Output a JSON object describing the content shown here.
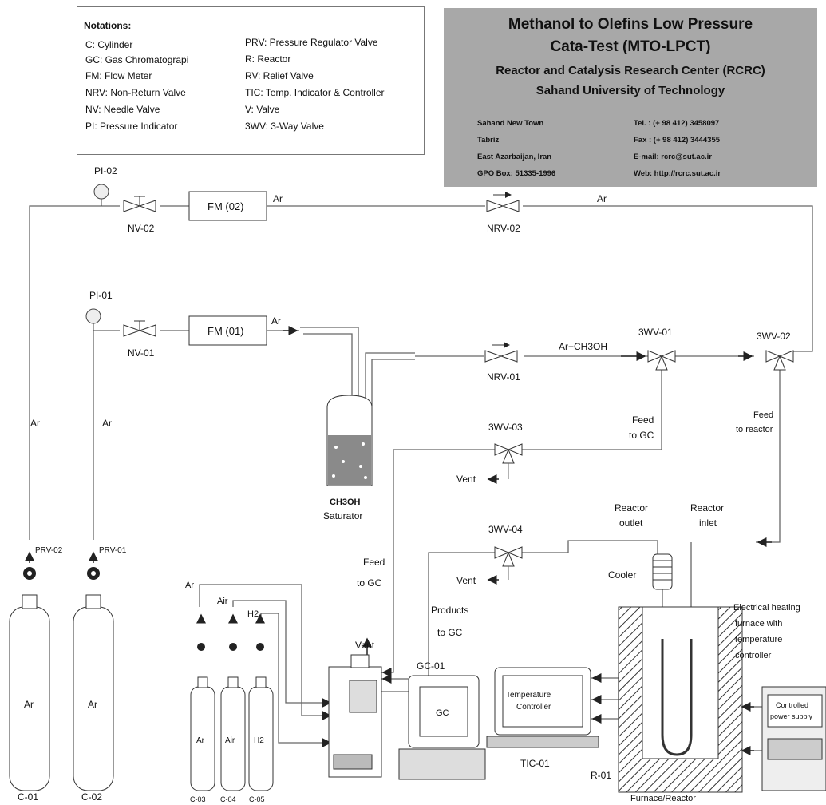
{
  "notations": {
    "title": "Notations:",
    "left": [
      "C:    Cylinder",
      "GC:   Gas Chromatograpi",
      "FM:   Flow Meter",
      "NRV:  Non-Return Valve",
      "NV:    Needle Valve",
      "PI:    Pressure Indicator"
    ],
    "right": [
      "PRV: Pressure Regulator Valve",
      "R:      Reactor",
      "RV:    Relief  Valve",
      "TIC:  Temp. Indicator & Controller",
      "V:      Valve",
      "3WV: 3-Way Valve"
    ]
  },
  "header": {
    "title1": "Methanol to Olefins Low Pressure",
    "title2": "Cata-Test (MTO-LPCT)",
    "center": "Reactor and Catalysis Research Center (RCRC)",
    "university": "Sahand University of Technology",
    "address": [
      "Sahand New Town",
      "Tabriz",
      "East Azarbaijan, Iran",
      "GPO Box: 51335-1996"
    ],
    "contacts": [
      "Tel. : (+ 98 412) 3458097",
      "Fax : (+ 98 412) 3444355",
      "E-mail: rcrc@sut.ac.ir",
      "Web: http://rcrc.sut.ac.ir"
    ]
  },
  "labels": {
    "pi02": "PI-02",
    "pi01": "PI-01",
    "nv02": "NV-02",
    "nv01": "NV-01",
    "fm02": "FM (02)",
    "fm01": "FM (01)",
    "ar_fm02": "Ar",
    "ar_fm01": "Ar",
    "ar_top": "Ar",
    "nrv02": "NRV-02",
    "nrv01": "NRV-01",
    "ar_ch3oh": "Ar+CH3OH",
    "wv01": "3WV-01",
    "wv02": "3WV-02",
    "wv03": "3WV-03",
    "wv04": "3WV-04",
    "feed_gc_right_1": "Feed",
    "feed_gc_right_2": "to GC",
    "feed_reactor_1": "Feed",
    "feed_reactor_2": "to reactor",
    "vent_03": "Vent",
    "vent_04": "Vent",
    "vent_gc": "Vent",
    "ar_line_left": "Ar",
    "ar_line_right": "Ar",
    "ch3oh": "CH3OH",
    "saturator": "Saturator",
    "reactor_outlet_1": "Reactor",
    "reactor_outlet_2": "outlet",
    "reactor_inlet_1": "Reactor",
    "reactor_inlet_2": "inlet",
    "cooler": "Cooler",
    "feed_gc_left_1": "Feed",
    "feed_gc_left_2": "to GC",
    "products_1": "Products",
    "products_2": "to GC",
    "prv02": "PRV-02",
    "prv01": "PRV-01",
    "cyl_c01": "Ar",
    "cyl_c02": "Ar",
    "c01": "C-01",
    "c02": "C-02",
    "gas_ar": "Ar",
    "gas_air": "Air",
    "gas_h2": "H2",
    "cyl_c03": "Ar",
    "cyl_c04": "Air",
    "cyl_c05": "H2",
    "c03": "C-03",
    "c04": "C-04",
    "c05": "C-05",
    "gc01": "GC-01",
    "gc": "GC",
    "temp_ctrl_1": "Temperature",
    "temp_ctrl_2": "Controller",
    "tic01": "TIC-01",
    "r01": "R-01",
    "furnace": "Furnace/Reactor",
    "heating_1": "Electrical heating",
    "heating_2": "furnace with",
    "heating_3": "temperature",
    "heating_4": "controller",
    "power_1": "Controlled",
    "power_2": "power supply"
  }
}
